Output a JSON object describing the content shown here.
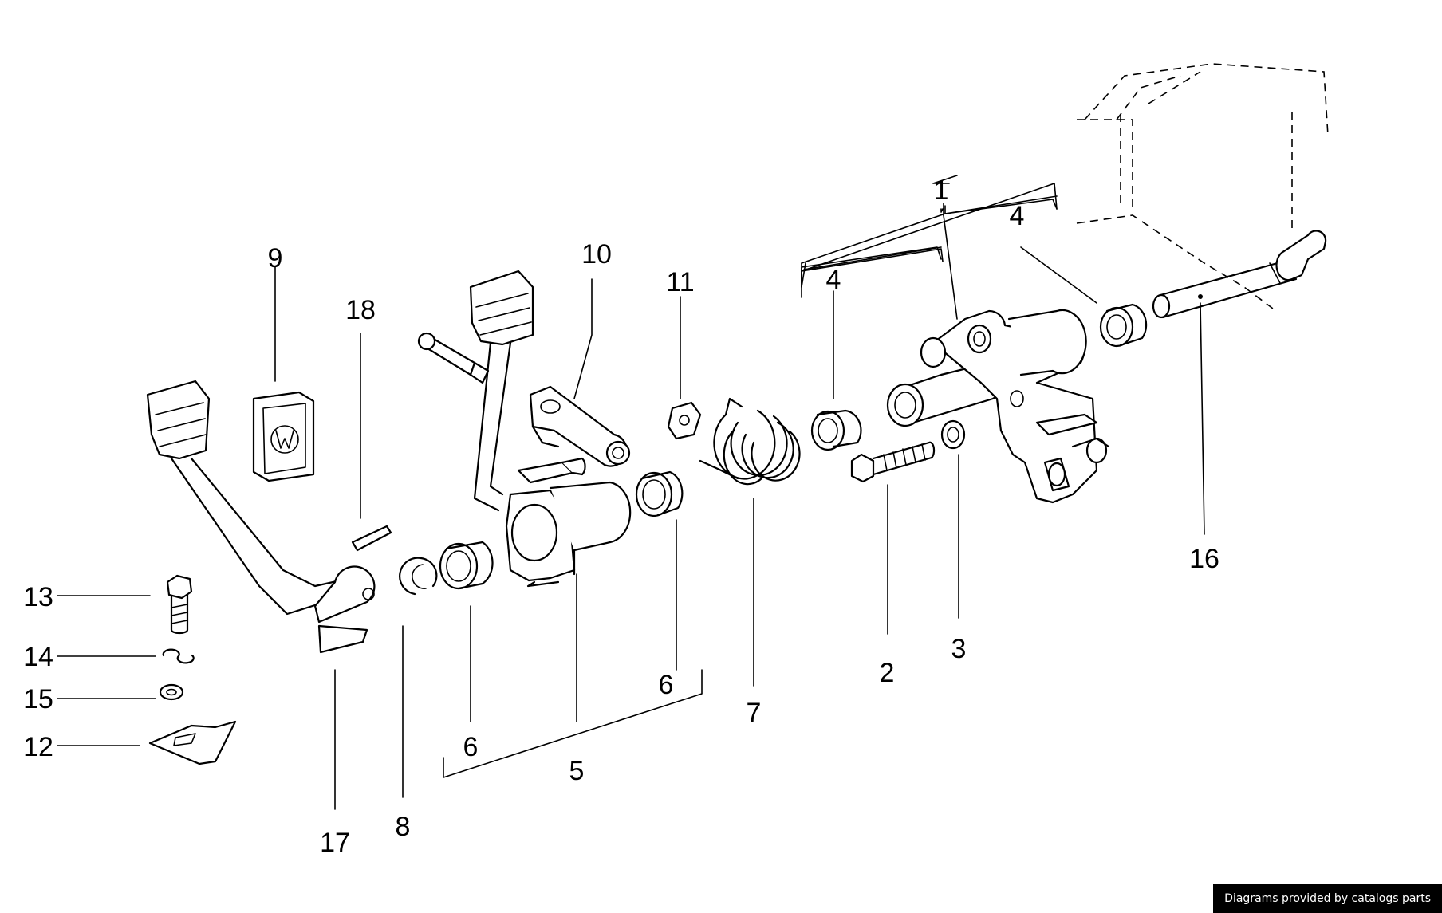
{
  "callouts": [
    {
      "id": "c1",
      "text": "1"
    },
    {
      "id": "c2",
      "text": "2"
    },
    {
      "id": "c3",
      "text": "3"
    },
    {
      "id": "c4a",
      "text": "4"
    },
    {
      "id": "c4b",
      "text": "4"
    },
    {
      "id": "c5",
      "text": "5"
    },
    {
      "id": "c6a",
      "text": "6"
    },
    {
      "id": "c6b",
      "text": "6"
    },
    {
      "id": "c7",
      "text": "7"
    },
    {
      "id": "c8",
      "text": "8"
    },
    {
      "id": "c9",
      "text": "9"
    },
    {
      "id": "c10",
      "text": "10"
    },
    {
      "id": "c11",
      "text": "11"
    },
    {
      "id": "c12",
      "text": "12"
    },
    {
      "id": "c13",
      "text": "13"
    },
    {
      "id": "c14",
      "text": "14"
    },
    {
      "id": "c15",
      "text": "15"
    },
    {
      "id": "c16",
      "text": "16"
    },
    {
      "id": "c17",
      "text": "17"
    },
    {
      "id": "c18",
      "text": "18"
    }
  ],
  "footer": {
    "credit": "Diagrams provided by catalogs parts"
  }
}
